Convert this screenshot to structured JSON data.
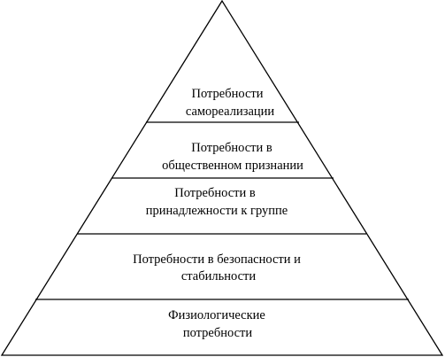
{
  "diagram": {
    "levels": [
      {
        "id": "self-actualization",
        "lines": [
          "Потребности",
          "самореализации"
        ]
      },
      {
        "id": "esteem",
        "lines": [
          "Потребности в",
          "общественном признании"
        ]
      },
      {
        "id": "belonging",
        "lines": [
          "Потребности в",
          "принадлежности к группе"
        ]
      },
      {
        "id": "safety",
        "lines": [
          "Потребности в безопасности и",
          "стабильности"
        ]
      },
      {
        "id": "physiological",
        "lines": [
          "Физиологические",
          "потребности"
        ]
      }
    ]
  }
}
